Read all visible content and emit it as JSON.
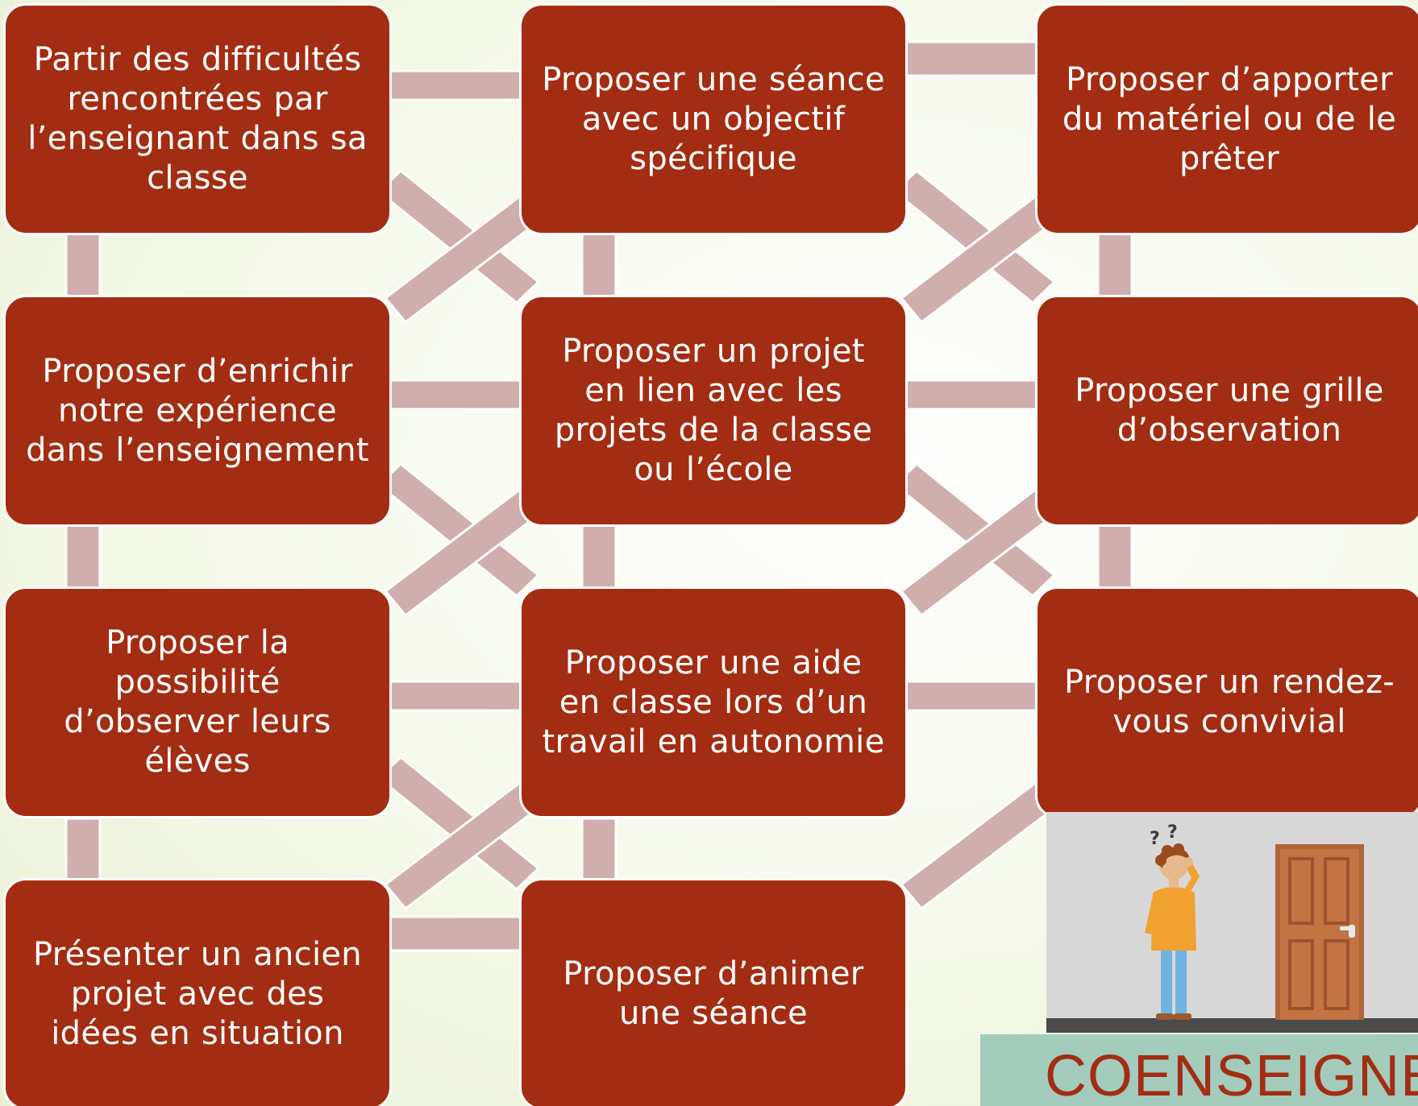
{
  "nodes": [
    {
      "id": "partir",
      "label": "Partir des difficultés rencontrées par l’enseignant dans sa classe"
    },
    {
      "id": "seance-objectif",
      "label": "Proposer une séance avec un objectif spécifique"
    },
    {
      "id": "materiel",
      "label": "Proposer d’apporter du matériel ou de le prêter"
    },
    {
      "id": "enrichir",
      "label": "Proposer d’enrichir notre expérience dans l’enseignement"
    },
    {
      "id": "projet-lien",
      "label": "Proposer un projet en lien avec les projets de la classe ou l’école"
    },
    {
      "id": "grille",
      "label": "Proposer une grille d’observation"
    },
    {
      "id": "observer",
      "label": "Proposer la possibilité d’observer leurs élèves"
    },
    {
      "id": "aide",
      "label": "Proposer une aide en classe lors d’un travail en autonomie"
    },
    {
      "id": "rendez-vous",
      "label": "Proposer un rendez-vous convivial"
    },
    {
      "id": "ancien-projet",
      "label": "Présenter un ancien projet avec des idées en situation"
    },
    {
      "id": "animer",
      "label": "Proposer d’animer une séance"
    }
  ],
  "caption": {
    "text": "COENSEIGNEMENT"
  },
  "illustration": {
    "icons": [
      "question-marks-icon",
      "confused-person",
      "door-icon"
    ]
  },
  "colors": {
    "node_fill": "#a32d12",
    "connector_fill": "#cfaead",
    "caption_background": "#a3ccbd",
    "caption_text": "#a32d12",
    "background": "#eef3dd"
  }
}
